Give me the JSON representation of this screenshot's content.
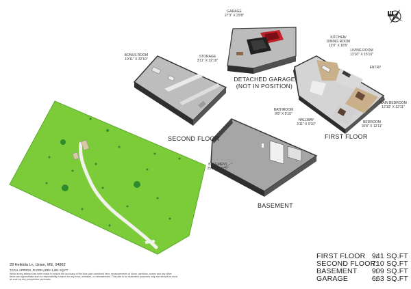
{
  "floors": {
    "garage": {
      "title": "DETACHED GARAGE",
      "subtitle": "(NOT IN POSITION)"
    },
    "second": {
      "title": "SECOND FLOOR"
    },
    "first": {
      "title": "FIRST FLOOR"
    },
    "basement": {
      "title": "BASEMENT"
    }
  },
  "rooms": [
    {
      "key": "garage",
      "name": "GARAGE",
      "dim": "27'3\" x 29'8\""
    },
    {
      "key": "bonus",
      "name": "BONUS ROOM",
      "dim": "19'11\" x 32'10\""
    },
    {
      "key": "storage",
      "name": "STORAGE",
      "dim": "3'11\" x 32'10\""
    },
    {
      "key": "kitchen",
      "name": "KITCHEN/ DINING ROOM",
      "dim": "13'0\" x 18'5\""
    },
    {
      "key": "living",
      "name": "LIVING ROOM",
      "dim": "12'10\" x 15'10\""
    },
    {
      "key": "entry",
      "name": "ENTRY",
      "dim": ""
    },
    {
      "key": "bathroom",
      "name": "BATHROOM",
      "dim": "9'8\" x 5'10\""
    },
    {
      "key": "main_bedroom",
      "name": "MAIN BEDROOM",
      "dim": "12'10\" x 12'11\""
    },
    {
      "key": "hallway",
      "name": "HALLWAY",
      "dim": "3'11\" x 9'10\""
    },
    {
      "key": "bedroom",
      "name": "BEDROOM",
      "dim": "10'8\" x 12'11\""
    },
    {
      "key": "basement",
      "name": "BASEMENT",
      "dim": "25'10\" x 37'5\""
    }
  ],
  "areas": [
    {
      "name": "FIRST FLOOR",
      "colon": ":",
      "value": "941 SQ.FT"
    },
    {
      "name": "SECOND FLOOR:",
      "colon": "",
      "value": "710 SQ.FT"
    },
    {
      "name": "BASEMENT",
      "colon": ":",
      "value": "909 SQ.FT"
    },
    {
      "name": "GARAGE",
      "colon": ":",
      "value": "663 SQ.FT"
    }
  ],
  "footer": {
    "address": "28 Heikkila Ln, Union, ME, 04862",
    "total": "TOTAL APPROX. FLOOR AREA 1,651 SQ.FT",
    "disclaimer": "Whilst every attempt has been made to ensure the accuracy of the floor plan contained here, measurements of doors, windows, rooms and any other items are approximate and no responsibility is taken for any error, omission, or misstatement. This plan is for illustrative purposes only and should be used as such by any prospective purchaser."
  },
  "compass": {
    "letter": "N"
  },
  "colors": {
    "lawn": "#7ccc3a",
    "lawn_edge": "#5aa82a",
    "tree": "#2e8b2e",
    "path": "#f2f2ec",
    "floor": "#b3b3b3",
    "wall": "#3a3a3a"
  }
}
